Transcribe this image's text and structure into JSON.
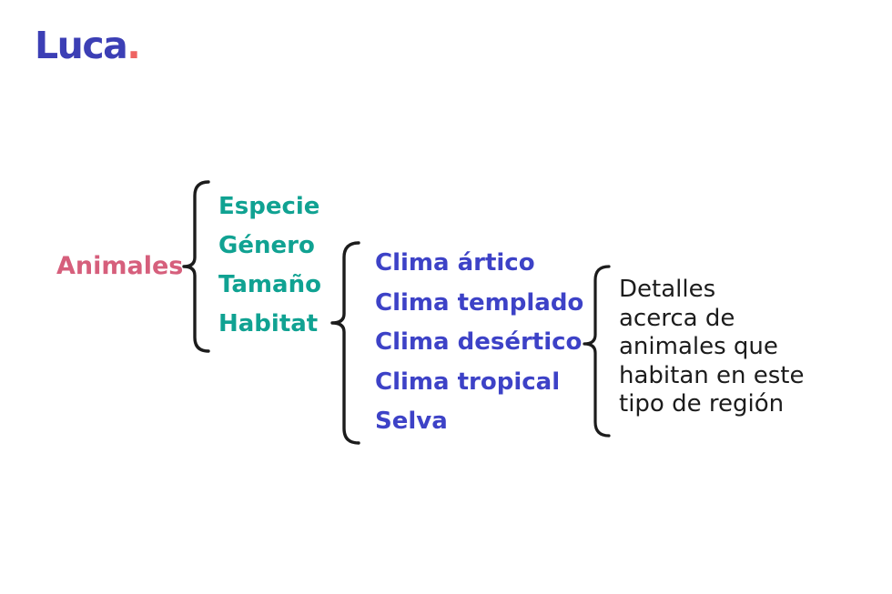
{
  "page": {
    "background": "#ffffff"
  },
  "logo": {
    "text": "Luca",
    "dot": ".",
    "text_color": "#3c3fb5",
    "dot_color": "#ee6362"
  },
  "diagram": {
    "brace_color": "#1c1c1c",
    "root": {
      "label": "Animales",
      "color": "#d65f7c"
    },
    "attributes": {
      "color": "#10a292",
      "items": [
        {
          "label": "Especie"
        },
        {
          "label": "Género"
        },
        {
          "label": "Tamaño"
        },
        {
          "label": "Habitat"
        }
      ]
    },
    "habitats": {
      "color": "#3d42c7",
      "items": [
        {
          "label": "Clima ártico"
        },
        {
          "label": "Clima templado"
        },
        {
          "label": "Clima desértico"
        },
        {
          "label": "Clima tropical"
        },
        {
          "label": "Selva"
        }
      ]
    },
    "note": {
      "color": "#1c1c1c",
      "lines": [
        "Detalles",
        "acerca de",
        "animales que",
        "habitan en este",
        "tipo de región"
      ]
    }
  }
}
